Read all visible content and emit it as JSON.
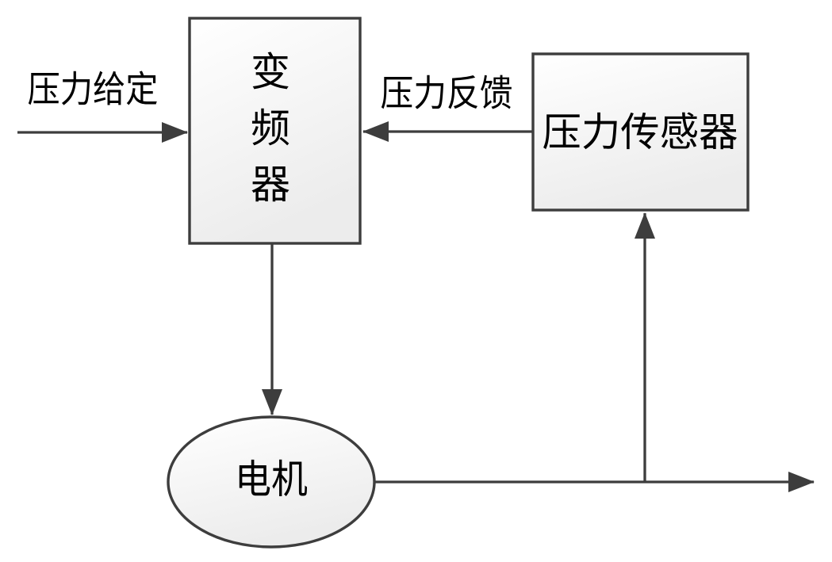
{
  "colors": {
    "stroke": "#3d3d3d",
    "text": "#000000",
    "background": "#ffffff",
    "box_fill_top": "#ffffff",
    "box_fill_bottom": "#ececec"
  },
  "nodes": {
    "inverter": {
      "label": "变频器",
      "chars": [
        "变",
        "频",
        "器"
      ]
    },
    "sensor": {
      "label": "压力传感器"
    },
    "motor": {
      "label": "电机"
    }
  },
  "edges": {
    "setpoint": {
      "label": "压力给定"
    },
    "feedback": {
      "label": "压力反馈"
    }
  }
}
